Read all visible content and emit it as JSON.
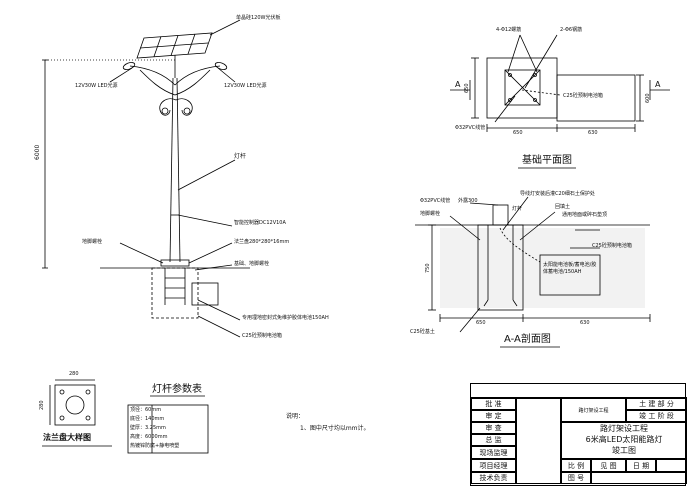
{
  "streetlight": {
    "solar_panel_label": "单晶硅120W光伏板",
    "led_left_label": "12V30W LED光源",
    "led_right_label": "12V30W LED光源",
    "pole_label": "灯杆",
    "height_dim": "6000",
    "controller_label": "智能控制器DC12V10A",
    "flange_label": "法兰盘280*280*16mm",
    "anchor_label": "地脚螺栓",
    "base_bolt_label": "基础、地脚螺栓",
    "battery_label": "专用埋地密封式免维护胶体电池150AH",
    "foundation_label": "C25砼预制电池箱"
  },
  "plan": {
    "title": "基础平面图",
    "bolts_label": "4-Φ12螺筋",
    "holes_label": "2-Φ6钢筋",
    "pvc_label": "Φ32PVC线管",
    "box_label": "C25砼预制电池箱",
    "dim_width_1": "650",
    "dim_width_2": "630",
    "dim_height_1": "650",
    "dim_height_2": "600",
    "marker_left": "A",
    "marker_right": "A"
  },
  "section": {
    "title": "A-A剖面图",
    "pvc_label": "Φ32PVC线管",
    "outer_label": "外露300",
    "pole_label": "灯杆",
    "wire_label": "导线灯安装后灌C20细石土保护处",
    "anchor_label": "地脚螺栓",
    "ground_label": "回填土",
    "stone_label": "通用地面或碎石垫顶",
    "box_label": "C25砼预制电池箱",
    "battery_note": "太阳能电池板/蓄电池/胶体蓄电池/150AH",
    "c25_label": "C25砼基土",
    "depth_dim": "750",
    "dim_width_1": "650",
    "dim_width_2": "630"
  },
  "flange_detail": {
    "title": "法兰盘大样图",
    "dim_top": "280",
    "dim_side": "280"
  },
  "params": {
    "title": "灯杆参数表",
    "rows": [
      "顶径：60mm",
      "底径：140mm",
      "壁厚：3.25mm",
      "高度：6000mm",
      "热镀锌防腐+静电喷塑"
    ]
  },
  "notes": {
    "heading": "说明：",
    "line1": "1、图中尺寸均以mm计。"
  },
  "title_block": {
    "approve": "批  准",
    "review": "审  定",
    "audit": "审  查",
    "check": "总  监",
    "site": "现场监理",
    "pm": "项目经理",
    "tech": "技术负责",
    "project_small": "路灯架设工程",
    "project": "路灯架设工程",
    "drawing_name_1": "6米高LED太阳能路灯",
    "drawing_name_2": "竣工图",
    "dept_label": "土 建 部 分",
    "stage_label": "竣 工 阶 段",
    "scale_label": "比 例",
    "scale_value": "见 图",
    "date_label": "日 期",
    "drawing_no_label": "图 号"
  }
}
